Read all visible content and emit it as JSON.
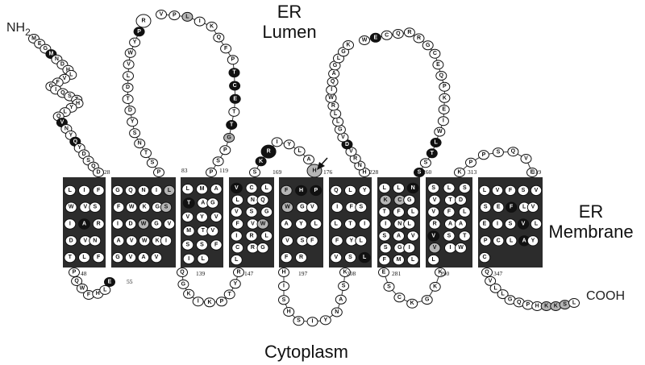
{
  "labels": {
    "er_lumen_line1": "ER",
    "er_lumen_line2": "Lumen",
    "er_membrane_line1": "ER",
    "er_membrane_line2": "Membrane",
    "cytoplasm": "Cytoplasm",
    "n_terminus": "NH",
    "n_terminus_sub": "2",
    "c_terminus": "COOH"
  },
  "residue_numbers": [
    "28",
    "48",
    "55",
    "83",
    "119",
    "139",
    "147",
    "169",
    "176",
    "197",
    "208",
    "228",
    "260",
    "281",
    "290",
    "313",
    "319",
    "347"
  ],
  "colors": {
    "membrane": "#2c2c2c",
    "residue_white": "#ffffff",
    "residue_gray": "#b5b5b5",
    "residue_black": "#111111"
  },
  "chains": {
    "n_term": "MEGMNDHLVFGIQSTHYLQVNYQYDSQD",
    "loop1": "PQWFHLE",
    "loop2": "PSTNSYDTDLVWYPR",
    "loop2b": "VPLIKQFPTCETTGPSP",
    "loop3": "QGKIKPTYR",
    "loop4": "SKRIYLAH",
    "loop5": "HISHSIYNASK",
    "loop6": "HNRVDVGLLRWIQAGLGK",
    "loop6b": "WECQRRGCEQPKEIWLTSS",
    "loop7": "ESCKGKK",
    "loop8": "KPPSQVE",
    "c_term": "QVLLGQPHKKSL"
  },
  "helices": [
    [
      "L",
      "I",
      "F",
      "W",
      "V",
      "S",
      "I",
      "A",
      "R",
      "D",
      "V",
      "N",
      "T",
      "L",
      "F"
    ],
    [
      "G",
      "Q",
      "N",
      "I",
      "L",
      "F",
      "W",
      "K",
      "G",
      "S",
      "I",
      "D",
      "W",
      "G",
      "V",
      "A",
      "V",
      "W",
      "K",
      "I",
      "G",
      "V",
      "A",
      "V"
    ],
    [
      "L",
      "M",
      "A",
      "T",
      "A",
      "G",
      "V",
      "Y",
      "V",
      "M",
      "T",
      "V",
      "S",
      "S",
      "F",
      "I",
      "L"
    ],
    [
      "V",
      "C",
      "L",
      "L",
      "N",
      "Q",
      "V",
      "S",
      "G",
      "F",
      "V",
      "W",
      "I",
      "R",
      "L",
      "C",
      "R",
      "G",
      "L"
    ],
    [
      "F",
      "H",
      "P",
      "W",
      "G",
      "V",
      "A",
      "Y",
      "L",
      "V",
      "S",
      "F",
      "F",
      "R"
    ],
    [
      "Q",
      "L",
      "Y",
      "I",
      "F",
      "S",
      "L",
      "T",
      "I",
      "F",
      "Y",
      "L",
      "V",
      "S",
      "L"
    ],
    [
      "L",
      "L",
      "N",
      "K",
      "C",
      "G",
      "T",
      "F",
      "L",
      "I",
      "N",
      "L",
      "S",
      "A",
      "V",
      "S",
      "G",
      "I",
      "F",
      "M",
      "L"
    ],
    [
      "S",
      "L",
      "S",
      "V",
      "T",
      "D",
      "V",
      "F",
      "L",
      "R",
      "A",
      "A",
      "V",
      "S",
      "T",
      "V",
      "I",
      "W",
      "L"
    ],
    [
      "L",
      "V",
      "F",
      "S",
      "V",
      "S",
      "E",
      "F",
      "L",
      "V",
      "E",
      "I",
      "S",
      "V",
      "L",
      "P",
      "C",
      "L",
      "A",
      "Y",
      "C"
    ]
  ]
}
